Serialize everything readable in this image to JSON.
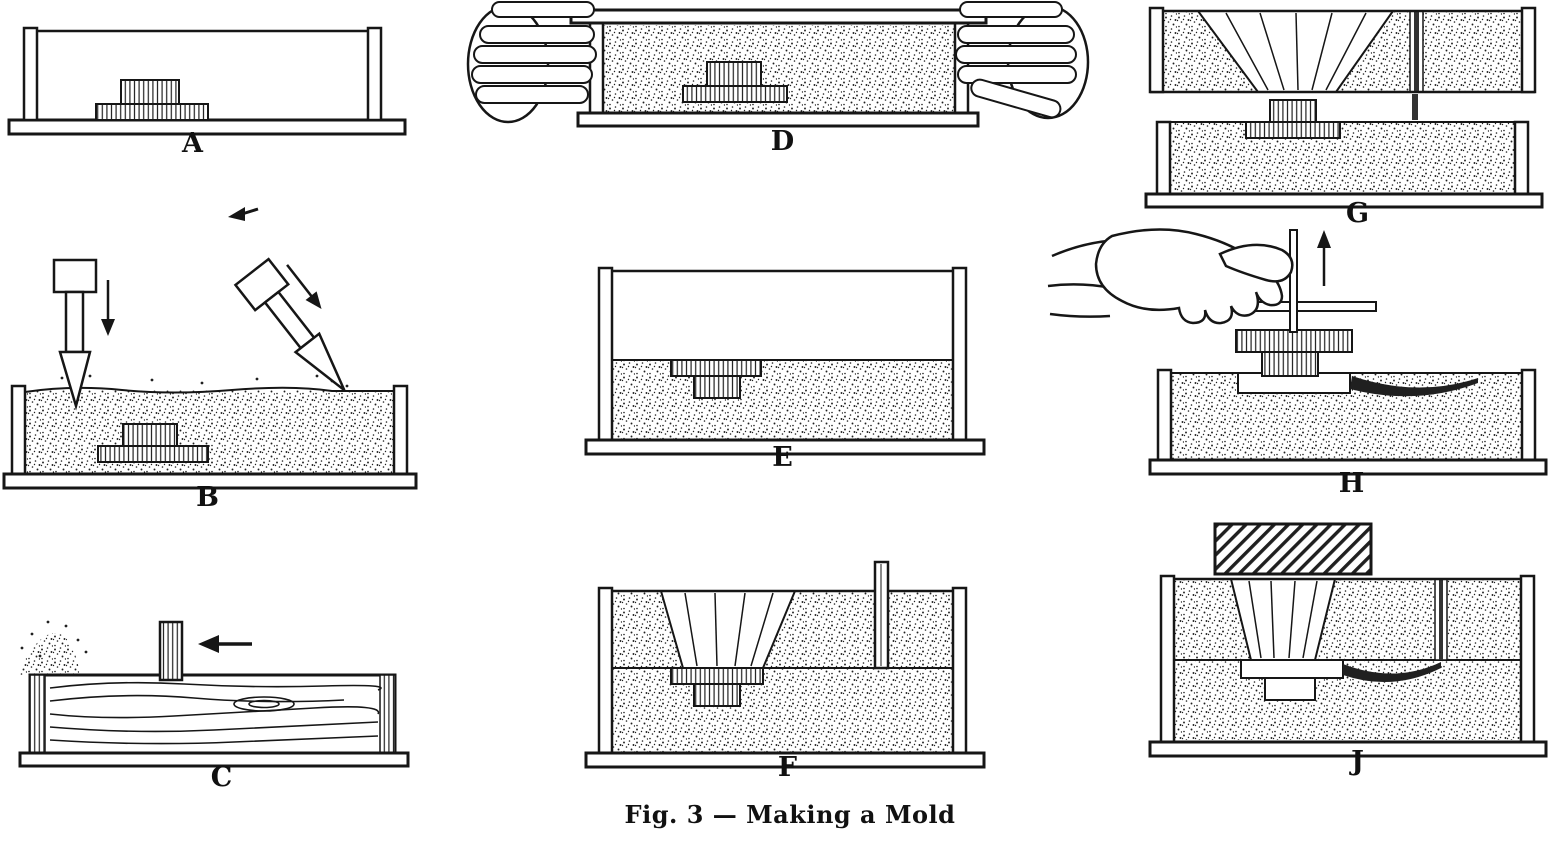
{
  "figure": {
    "caption": "Fig. 3 — Making a Mold"
  },
  "panels": [
    {
      "label": "A"
    },
    {
      "label": "B"
    },
    {
      "label": "C"
    },
    {
      "label": "D"
    },
    {
      "label": "E"
    },
    {
      "label": "F"
    },
    {
      "label": "G"
    },
    {
      "label": "H"
    },
    {
      "label": "J"
    }
  ]
}
